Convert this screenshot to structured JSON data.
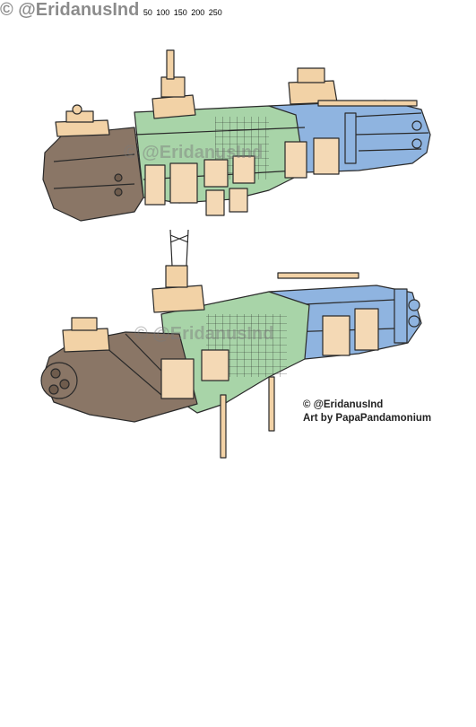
{
  "credits": {
    "handle": "© @EridanusInd",
    "artist": "Art by PapaPandamonium"
  },
  "watermarks": [
    "© @EridanusInd",
    "© @EridanusInd",
    "© @EridanusInd"
  ],
  "scale_bar": {
    "labels": [
      "50",
      "100",
      "150",
      "200",
      "250"
    ]
  },
  "colors": {
    "bow_brown": "#8a7666",
    "mid_green": "#a8d4a8",
    "stern_blue": "#8fb4e0",
    "tower_tan": "#f2d2a6",
    "armor_tan": "#f4d9b5",
    "ink": "#2a2a2a"
  }
}
